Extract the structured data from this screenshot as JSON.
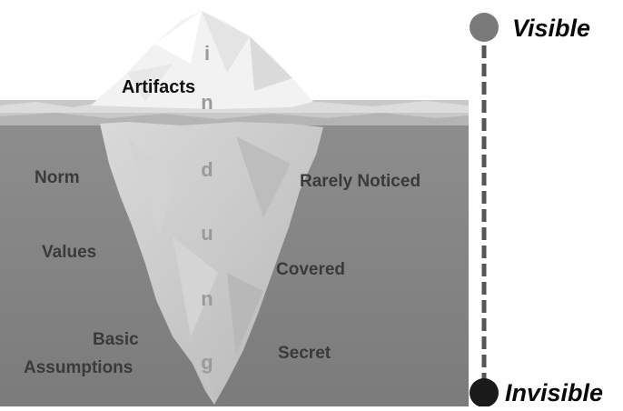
{
  "iceberg": {
    "above_water": {
      "label": "Artifacts"
    },
    "left_labels": [
      "Norm",
      "Values",
      "Basic",
      "Assumptions"
    ],
    "right_labels": [
      "Rarely Noticed",
      "Covered",
      "Secret"
    ],
    "vertical_word": [
      "i",
      "n",
      "d",
      "u",
      "n",
      "g"
    ]
  },
  "scale": {
    "top_label": "Visible",
    "bottom_label": "Invisible",
    "color": "#7a7a7a"
  },
  "colors": {
    "water": "#8a8a8a",
    "ice": "#e6e6e6",
    "label_text": "#3a3a3a"
  }
}
